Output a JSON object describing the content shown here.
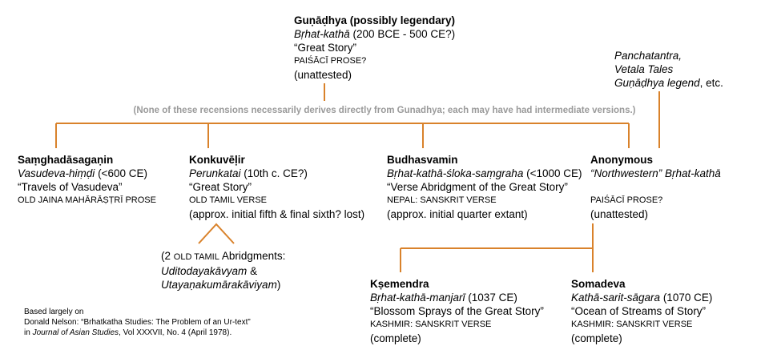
{
  "colors": {
    "connector": "#d9822b",
    "note": "#9a9a9a"
  },
  "root": {
    "title": "Guṇāḍhya (possibly legendary)",
    "work": "Bṛhat-kathā",
    "date": " (200 BCE - 500 CE?)",
    "translation": "“Great Story”",
    "language": "PAIŚĀCĪ PROSE?",
    "status": "(unattested)"
  },
  "side_works": {
    "line1": "Panchatantra,",
    "line2": "Vetala Tales",
    "line3": "Guṇāḍhya legend",
    "line3_suffix": ", etc."
  },
  "note": "(None of these recensions necessarily derives directly from Gunadhya; each may have had intermediate versions.)",
  "samghadasa": {
    "title": "Saṃghadāsagaṇin",
    "work": "Vasudeva-hiṃḍi",
    "date": "  (<600 CE)",
    "translation": "“Travels of Vasudeva”",
    "language": "OLD JAINA MAHĀRĀṢṬRĪ PROSE"
  },
  "konkuvelir": {
    "title": "Konkuvēḷir",
    "work": "Perunkatai",
    "date": "   (10th c. CE?)",
    "translation": "“Great Story”",
    "language": "OLD TAMIL VERSE",
    "status": "(approx. initial fifth & final sixth? lost)"
  },
  "tamil_abridgments": {
    "prefix": "(2 ",
    "language": "OLD TAMIL",
    "suffix": " Abridgments:",
    "work1": "Uditodayakāvyam",
    "amp": " &",
    "work2": "Utayaṇakumārakāviyam",
    "close": ")"
  },
  "budhasvamin": {
    "title": "Budhasvamin",
    "work": "Bṛhat-kathā-śloka-saṃgraha",
    "date": "   (<1000 CE)",
    "translation": "“Verse Abridgment of the Great Story”",
    "language": "NEPAL: SANSKRIT VERSE",
    "status": "(approx. initial quarter extant)"
  },
  "anonymous": {
    "title": "Anonymous",
    "work": "“Northwestern” Bṛhat-kathā",
    "language": "PAIŚĀCĪ PROSE?",
    "status": "(unattested)"
  },
  "ksemendra": {
    "title": "Kṣemendra",
    "work": "Bṛhat-kathā-manjarī",
    "date": " (1037 CE)",
    "translation": "“Blossom Sprays of the Great Story”",
    "language": "KASHMIR: SANSKRIT VERSE",
    "status": "(complete)"
  },
  "somadeva": {
    "title": "Somadeva",
    "work": "Kathā-sarit-sāgara",
    "date": "  (1070 CE)",
    "translation": "“Ocean of Streams of Story”",
    "language": "KASHMIR: SANSKRIT VERSE",
    "status": "(complete)"
  },
  "credit": {
    "line1": "Based largely on",
    "line2": "Donald Nelson: “Brhatkatha Studies: The Problem of an Ur-text”",
    "line3_prefix": "in ",
    "journal": "Journal of Asian Studies",
    "line3_suffix": ", Vol XXXVII, No. 4 (April 1978)."
  }
}
